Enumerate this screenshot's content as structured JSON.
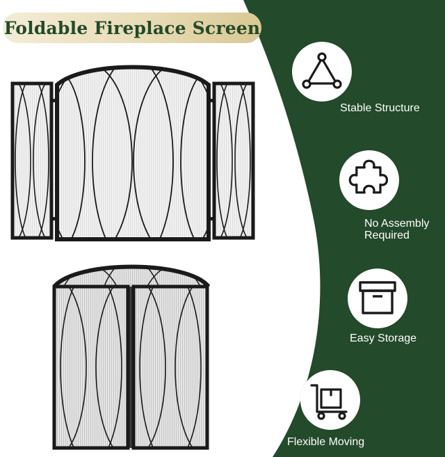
{
  "title": "Foldable Fireplace Screen",
  "colors": {
    "panel_green": "#234a2a",
    "frame": "#1a1a1a",
    "mesh": "#eeeeee",
    "label_text": "#ffffff"
  },
  "features": [
    {
      "label_lines": [
        "Stable Structure"
      ],
      "icon": "triangle-icon"
    },
    {
      "label_lines": [
        "No Assembly",
        "Required"
      ],
      "icon": "puzzle-icon"
    },
    {
      "label_lines": [
        "Easy Storage"
      ],
      "icon": "storage-box-icon"
    },
    {
      "label_lines": [
        "Flexible Moving"
      ],
      "icon": "hand-truck-icon"
    }
  ]
}
